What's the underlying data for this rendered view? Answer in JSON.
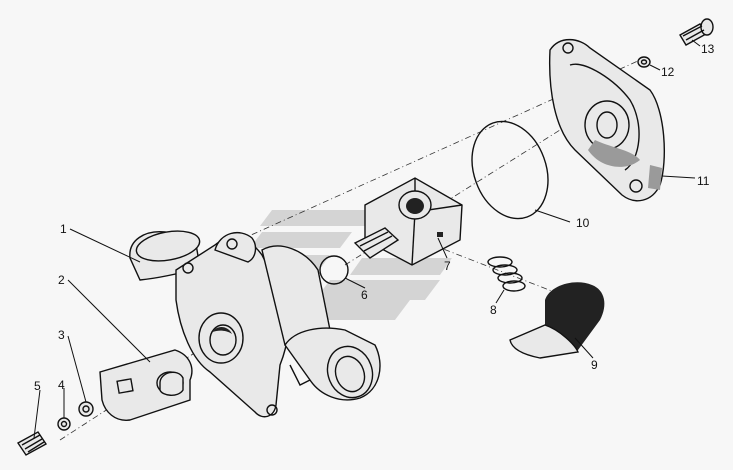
{
  "diagram": {
    "callouts": [
      {
        "id": "1",
        "text": "1"
      },
      {
        "id": "2",
        "text": "2"
      },
      {
        "id": "3",
        "text": "3"
      },
      {
        "id": "4",
        "text": "4"
      },
      {
        "id": "5",
        "text": "5"
      },
      {
        "id": "6",
        "text": "6"
      },
      {
        "id": "7",
        "text": "7"
      },
      {
        "id": "8",
        "text": "8"
      },
      {
        "id": "9",
        "text": "9"
      },
      {
        "id": "10",
        "text": "10"
      },
      {
        "id": "11",
        "text": "11"
      },
      {
        "id": "12",
        "text": "12"
      },
      {
        "id": "13",
        "text": "13"
      }
    ],
    "colors": {
      "ink": "#111111",
      "background": "#f7f7f7",
      "watermark": "#cfcfcf"
    }
  }
}
